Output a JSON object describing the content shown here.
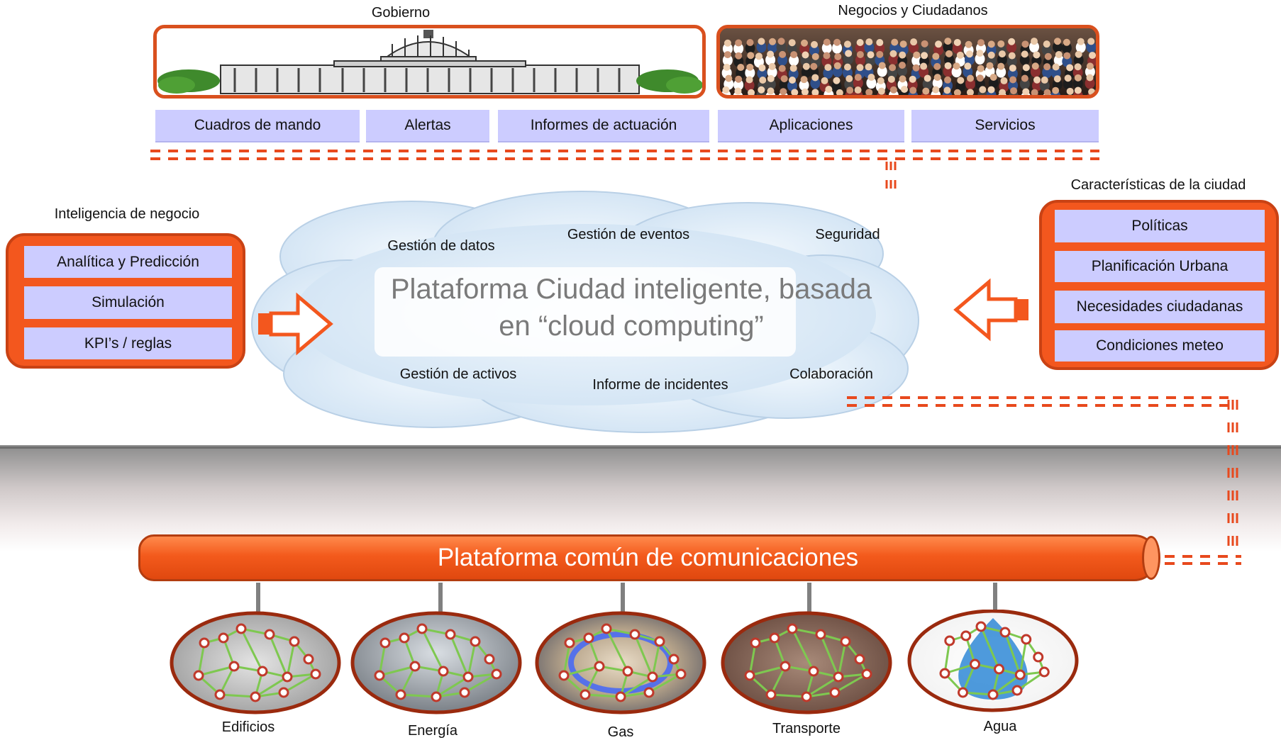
{
  "top": {
    "gobierno_title": "Gobierno",
    "negocios_title": "Negocios y Ciudadanos",
    "tabs": [
      "Cuadros de mando",
      "Alertas",
      "Informes de actuación",
      "Aplicaciones",
      "Servicios"
    ]
  },
  "left": {
    "title": "Inteligencia de negocio",
    "items": [
      "Analítica y Predicción",
      "Simulación",
      "KPI’s / reglas"
    ]
  },
  "right": {
    "title": "Características de la ciudad",
    "items": [
      "Políticas",
      "Planificación Urbana",
      "Necesidades ciudadanas",
      "Condiciones meteo"
    ]
  },
  "cloud": {
    "title_line1": "Plataforma Ciudad inteligente, basada",
    "title_line2": "en “cloud computing”",
    "services": [
      "Gestión de datos",
      "Gestión de eventos",
      "Seguridad",
      "Gestión de activos",
      "Informe de incidentes",
      "Colaboración"
    ]
  },
  "pipe": {
    "label": "Plataforma común de comunicaciones"
  },
  "domains": [
    "Edificios",
    "Energía",
    "Gas",
    "Transporte",
    "Agua"
  ],
  "colors": {
    "accent": "#f3571e",
    "tab": "#ccccff",
    "cloud": "#d8e8f6",
    "node": "#c0392b",
    "link": "#7ec850"
  }
}
